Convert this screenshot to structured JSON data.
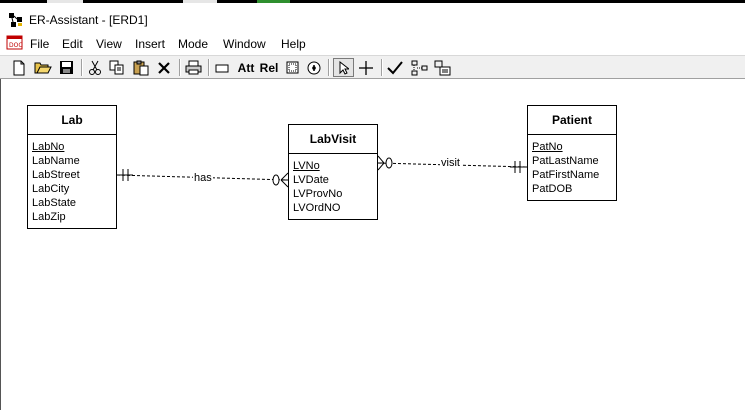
{
  "window": {
    "title": "ER-Assistant - [ERD1]"
  },
  "menu": [
    "File",
    "Edit",
    "View",
    "Insert",
    "Mode",
    "Window",
    "Help"
  ],
  "toolbar": {
    "att_label": "Att",
    "rel_label": "Rel"
  },
  "entities": {
    "lab": {
      "name": "Lab",
      "attributes": [
        "LabNo",
        "LabName",
        "LabStreet",
        "LabCity",
        "LabState",
        "LabZip"
      ]
    },
    "labvisit": {
      "name": "LabVisit",
      "attributes": [
        "LVNo",
        "LVDate",
        "LVProvNo",
        "LVOrdNO"
      ]
    },
    "patient": {
      "name": "Patient",
      "attributes": [
        "PatNo",
        "PatLastName",
        "PatFirstName",
        "PatDOB"
      ]
    }
  },
  "relationships": [
    {
      "name": "has",
      "from": "Lab",
      "to": "LabVisit",
      "from_cardinality": "one-and-only-one",
      "to_cardinality": "zero-or-many"
    },
    {
      "name": "visit",
      "from": "LabVisit",
      "to": "Patient",
      "from_cardinality": "zero-or-many",
      "to_cardinality": "one-and-only-one"
    }
  ],
  "icons": {
    "app": "er-assistant-app-icon",
    "menu": "document-menu-icon",
    "toolbar": [
      "new-icon",
      "open-icon",
      "save-icon",
      "cut-icon",
      "copy-icon",
      "paste-icon",
      "delete-icon",
      "print-icon",
      "entity-rect-icon",
      "attribute-tool",
      "relationship-tool",
      "note-icon",
      "info-icon",
      "pointer-icon",
      "crosshair-icon",
      "check-icon",
      "layout-icon",
      "annotation-icon"
    ]
  }
}
